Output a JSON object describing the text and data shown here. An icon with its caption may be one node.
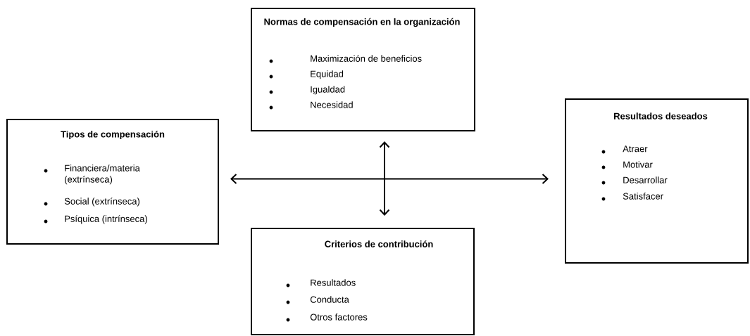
{
  "diagram": {
    "nodes": [
      {
        "text": [
          "Normas de compensación en la organización",
          "Maximización de beneficios",
          "Equidad",
          "Igualdad",
          "Necesidad"
        ]
      },
      {
        "text": [
          "Tipos de compensación",
          "Financiera/materia (extrínseca)",
          "Social (extrínseca)",
          "Psíquica (intrínseca)"
        ]
      },
      {
        "text": [
          "Resultados deseados",
          "Atraer",
          "Motivar",
          "Desarrollar",
          "Satisfacer"
        ]
      },
      {
        "text": [
          "Criterios de contribución",
          "Resultados",
          "Conducta",
          "Otros factores"
        ]
      }
    ],
    "edges": [
      {
        "from": 1,
        "to": 2,
        "arrow": "both"
      },
      {
        "from": 0,
        "to": 3,
        "arrow": "both"
      }
    ]
  }
}
